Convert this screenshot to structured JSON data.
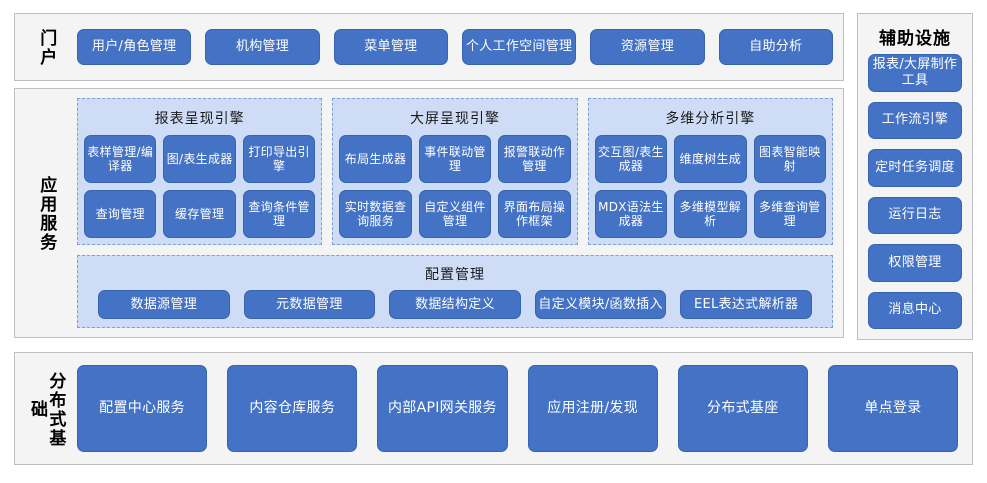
{
  "diagram": {
    "title": "",
    "colors": {
      "button_fill": "#4472c4",
      "button_border": "#3764ae",
      "button_text": "#ffffff",
      "panel_fill": "#f4f4f4",
      "panel_border": "#bfbfbf",
      "subpanel_fill": "#cedcf6",
      "subpanel_border": "#7f9fd8",
      "page_background": "#ffffff"
    }
  },
  "portal": {
    "label": "门户",
    "items": [
      {
        "label": "用户/角色管理"
      },
      {
        "label": "机构管理"
      },
      {
        "label": "菜单管理"
      },
      {
        "label": "个人工作空间管理"
      },
      {
        "label": "资源管理"
      },
      {
        "label": "自助分析"
      }
    ]
  },
  "auxiliary": {
    "label": "辅助设施",
    "items": [
      {
        "label": "报表/大屏制作工具"
      },
      {
        "label": "工作流引擎"
      },
      {
        "label": "定时任务调度"
      },
      {
        "label": "运行日志"
      },
      {
        "label": "权限管理"
      },
      {
        "label": "消息中心"
      }
    ]
  },
  "app_services": {
    "label": "应用服务",
    "engines": [
      {
        "title": "报表呈现引擎",
        "items": [
          {
            "label": "表样管理/编译器"
          },
          {
            "label": "图/表生成器"
          },
          {
            "label": "打印导出引擎"
          },
          {
            "label": "查询管理"
          },
          {
            "label": "缓存管理"
          },
          {
            "label": "查询条件管理"
          }
        ]
      },
      {
        "title": "大屏呈现引擎",
        "items": [
          {
            "label": "布局生成器"
          },
          {
            "label": "事件联动管理"
          },
          {
            "label": "报警联动作管理"
          },
          {
            "label": "实时数据查询服务"
          },
          {
            "label": "自定义组件管理"
          },
          {
            "label": "界面布局操作框架"
          }
        ]
      },
      {
        "title": "多维分析引擎",
        "items": [
          {
            "label": "交互图/表生成器"
          },
          {
            "label": "维度树生成"
          },
          {
            "label": "图表智能映射"
          },
          {
            "label": "MDX语法生成器"
          },
          {
            "label": "多维模型解析"
          },
          {
            "label": "多维查询管理"
          }
        ]
      }
    ],
    "config": {
      "title": "配置管理",
      "items": [
        {
          "label": "数据源管理"
        },
        {
          "label": "元数据管理"
        },
        {
          "label": "数据结构定义"
        },
        {
          "label": "自定义模块/函数插入"
        },
        {
          "label": "EEL表达式解析器"
        }
      ]
    }
  },
  "distributed_base": {
    "label": "分布式基础",
    "items": [
      {
        "label": "配置中心服务"
      },
      {
        "label": "内容仓库服务"
      },
      {
        "label": "内部API网关服务"
      },
      {
        "label": "应用注册/发现"
      },
      {
        "label": "分布式基座"
      },
      {
        "label": "单点登录"
      }
    ]
  }
}
